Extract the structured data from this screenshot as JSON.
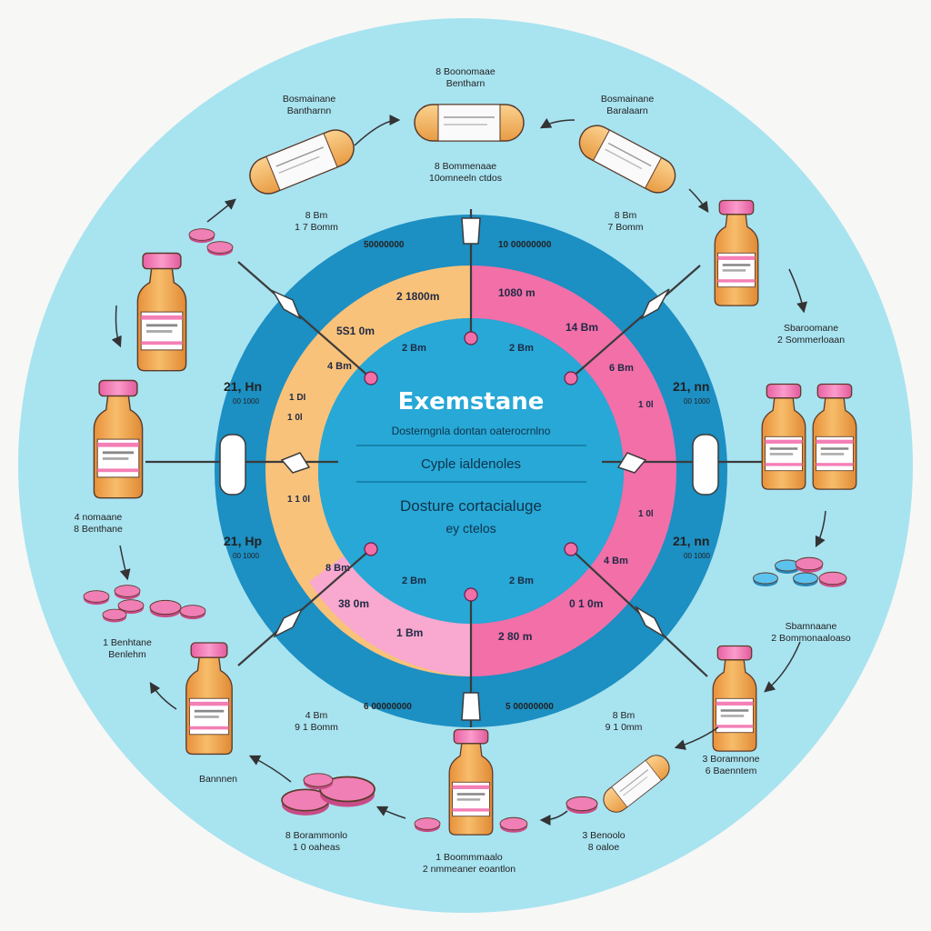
{
  "center": {
    "title": "Exemstane",
    "subtitle": "Dosterngnla dontan oaterocrnlno",
    "band_label": "Cyple ialdenoles",
    "lower_title": "Dosture cortacialuge",
    "lower_sub": "ey ctelos"
  },
  "rim_labels": {
    "top_left": "50000000",
    "top_right": "10 00000000",
    "bottom_left": "6 00000000",
    "bottom_right": "5 00000000"
  },
  "ring_labels": [
    {
      "text": "2 1800m",
      "pos": "tl-outer"
    },
    {
      "text": "5S1 0m",
      "pos": "tl-mid"
    },
    {
      "text": "4 Bm",
      "pos": "tl-inner"
    },
    {
      "text": "2 Bm",
      "pos": "t-inner-l"
    },
    {
      "text": "1080 m",
      "pos": "tr-outer"
    },
    {
      "text": "14 Bm",
      "pos": "tr-mid"
    },
    {
      "text": "2 Bm",
      "pos": "t-inner-r"
    },
    {
      "text": "6 Bm",
      "pos": "tr-inner"
    },
    {
      "text": "1 DI",
      "pos": "l-1"
    },
    {
      "text": "1 0l",
      "pos": "l-2"
    },
    {
      "text": "1 1 0l",
      "pos": "l-3"
    },
    {
      "text": "1 0l",
      "pos": "r-1"
    },
    {
      "text": "1 0l",
      "pos": "r-2"
    },
    {
      "text": "8 Bm",
      "pos": "bl-inner"
    },
    {
      "text": "2 Bm",
      "pos": "b-inner-l"
    },
    {
      "text": "2 Bm",
      "pos": "b-inner-r"
    },
    {
      "text": "4 Bm",
      "pos": "br-inner"
    },
    {
      "text": "38 0m",
      "pos": "bl-mid"
    },
    {
      "text": "1 Bm",
      "pos": "bl-outer"
    },
    {
      "text": "0 1 0m",
      "pos": "br-mid"
    },
    {
      "text": "2 80 m",
      "pos": "br-outer"
    }
  ],
  "side_labels": {
    "left_top": "21, Hn",
    "left_top_sub": "00 1000",
    "left_bot": "21, Hp",
    "left_bot_sub": "00 1000",
    "right_top": "21, nn",
    "right_top_sub": "00 1000",
    "right_bot": "21, nn",
    "right_bot_sub": "00 1000"
  },
  "outer_labels": [
    {
      "line1": "8 Boonomaae",
      "line2": "Bentharn"
    },
    {
      "line1": "Bosmainane",
      "line2": "Bantharnn"
    },
    {
      "line1": "Bosmainane",
      "line2": "Baralaarn"
    },
    {
      "line1": "8 Bommenaae",
      "line2": "10omneeln ctdos"
    },
    {
      "line1": "8 Bm",
      "line2": "1 7 Bomm"
    },
    {
      "line1": "8 Bm",
      "line2": "7 Bomm"
    },
    {
      "line1": "Sbaroomane",
      "line2": "2 Sommerloaan"
    },
    {
      "line1": "4 nomaane",
      "line2": "8 Benthane"
    },
    {
      "line1": "Sbamnaane",
      "line2": "2 Bommonaaloaso"
    },
    {
      "line1": "1 Benhtane",
      "line2": "Benlehm"
    },
    {
      "line1": "4 Bm",
      "line2": "9 1 Bomm"
    },
    {
      "line1": "8 Bm",
      "line2": "9 1 0mm"
    },
    {
      "line1": "Bannnen",
      "line2": ""
    },
    {
      "line1": "3 Boramnone",
      "line2": "6 Baenntem"
    },
    {
      "line1": "8 Borammonlo",
      "line2": "1 0 oaheas"
    },
    {
      "line1": "3 Benoolo",
      "line2": "8 oaloe"
    },
    {
      "line1": "1 Boommmaalo",
      "line2": "2 nmmeaner eoantlon"
    }
  ],
  "colors": {
    "outer_circle": "#a8e3f0",
    "dark_ring": "#1c8fc3",
    "orange_arc": "#f9c27a",
    "pink_arc": "#f26fa8",
    "light_pink_arc": "#f9a8cf",
    "center": "#27a8d6",
    "vial_body": "#f0a64a",
    "vial_cap": "#f47fb6",
    "pill_pink": "#f06ba8",
    "pill_blue": "#4ab6e6"
  }
}
